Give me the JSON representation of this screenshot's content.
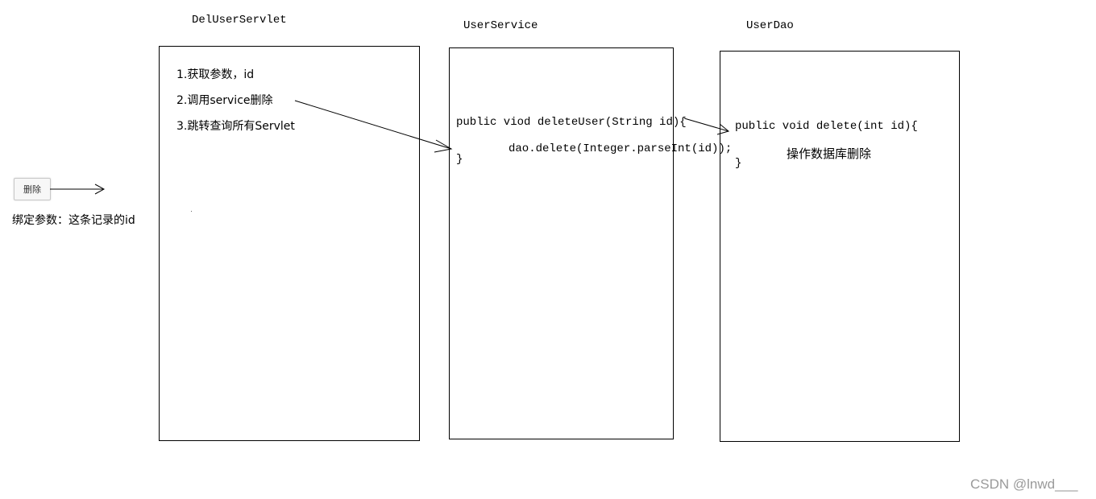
{
  "servlet": {
    "title": "DelUserServlet",
    "steps": [
      "1.获取参数，id",
      "2.调用service删除",
      "3.跳转查询所有Servlet"
    ]
  },
  "service": {
    "title": "UserService",
    "code_line1": "public viod deleteUser(String id){",
    "code_line2": "dao.delete(Integer.parseInt(id));",
    "code_line3": "}"
  },
  "dao": {
    "title": "UserDao",
    "code_line1": "public void delete(int id){",
    "comment": "操作数据库删除",
    "code_line3": "}"
  },
  "button": {
    "label": "删除"
  },
  "bind_note": "绑定参数：这条记录的id",
  "watermark": "CSDN @lnwd___"
}
